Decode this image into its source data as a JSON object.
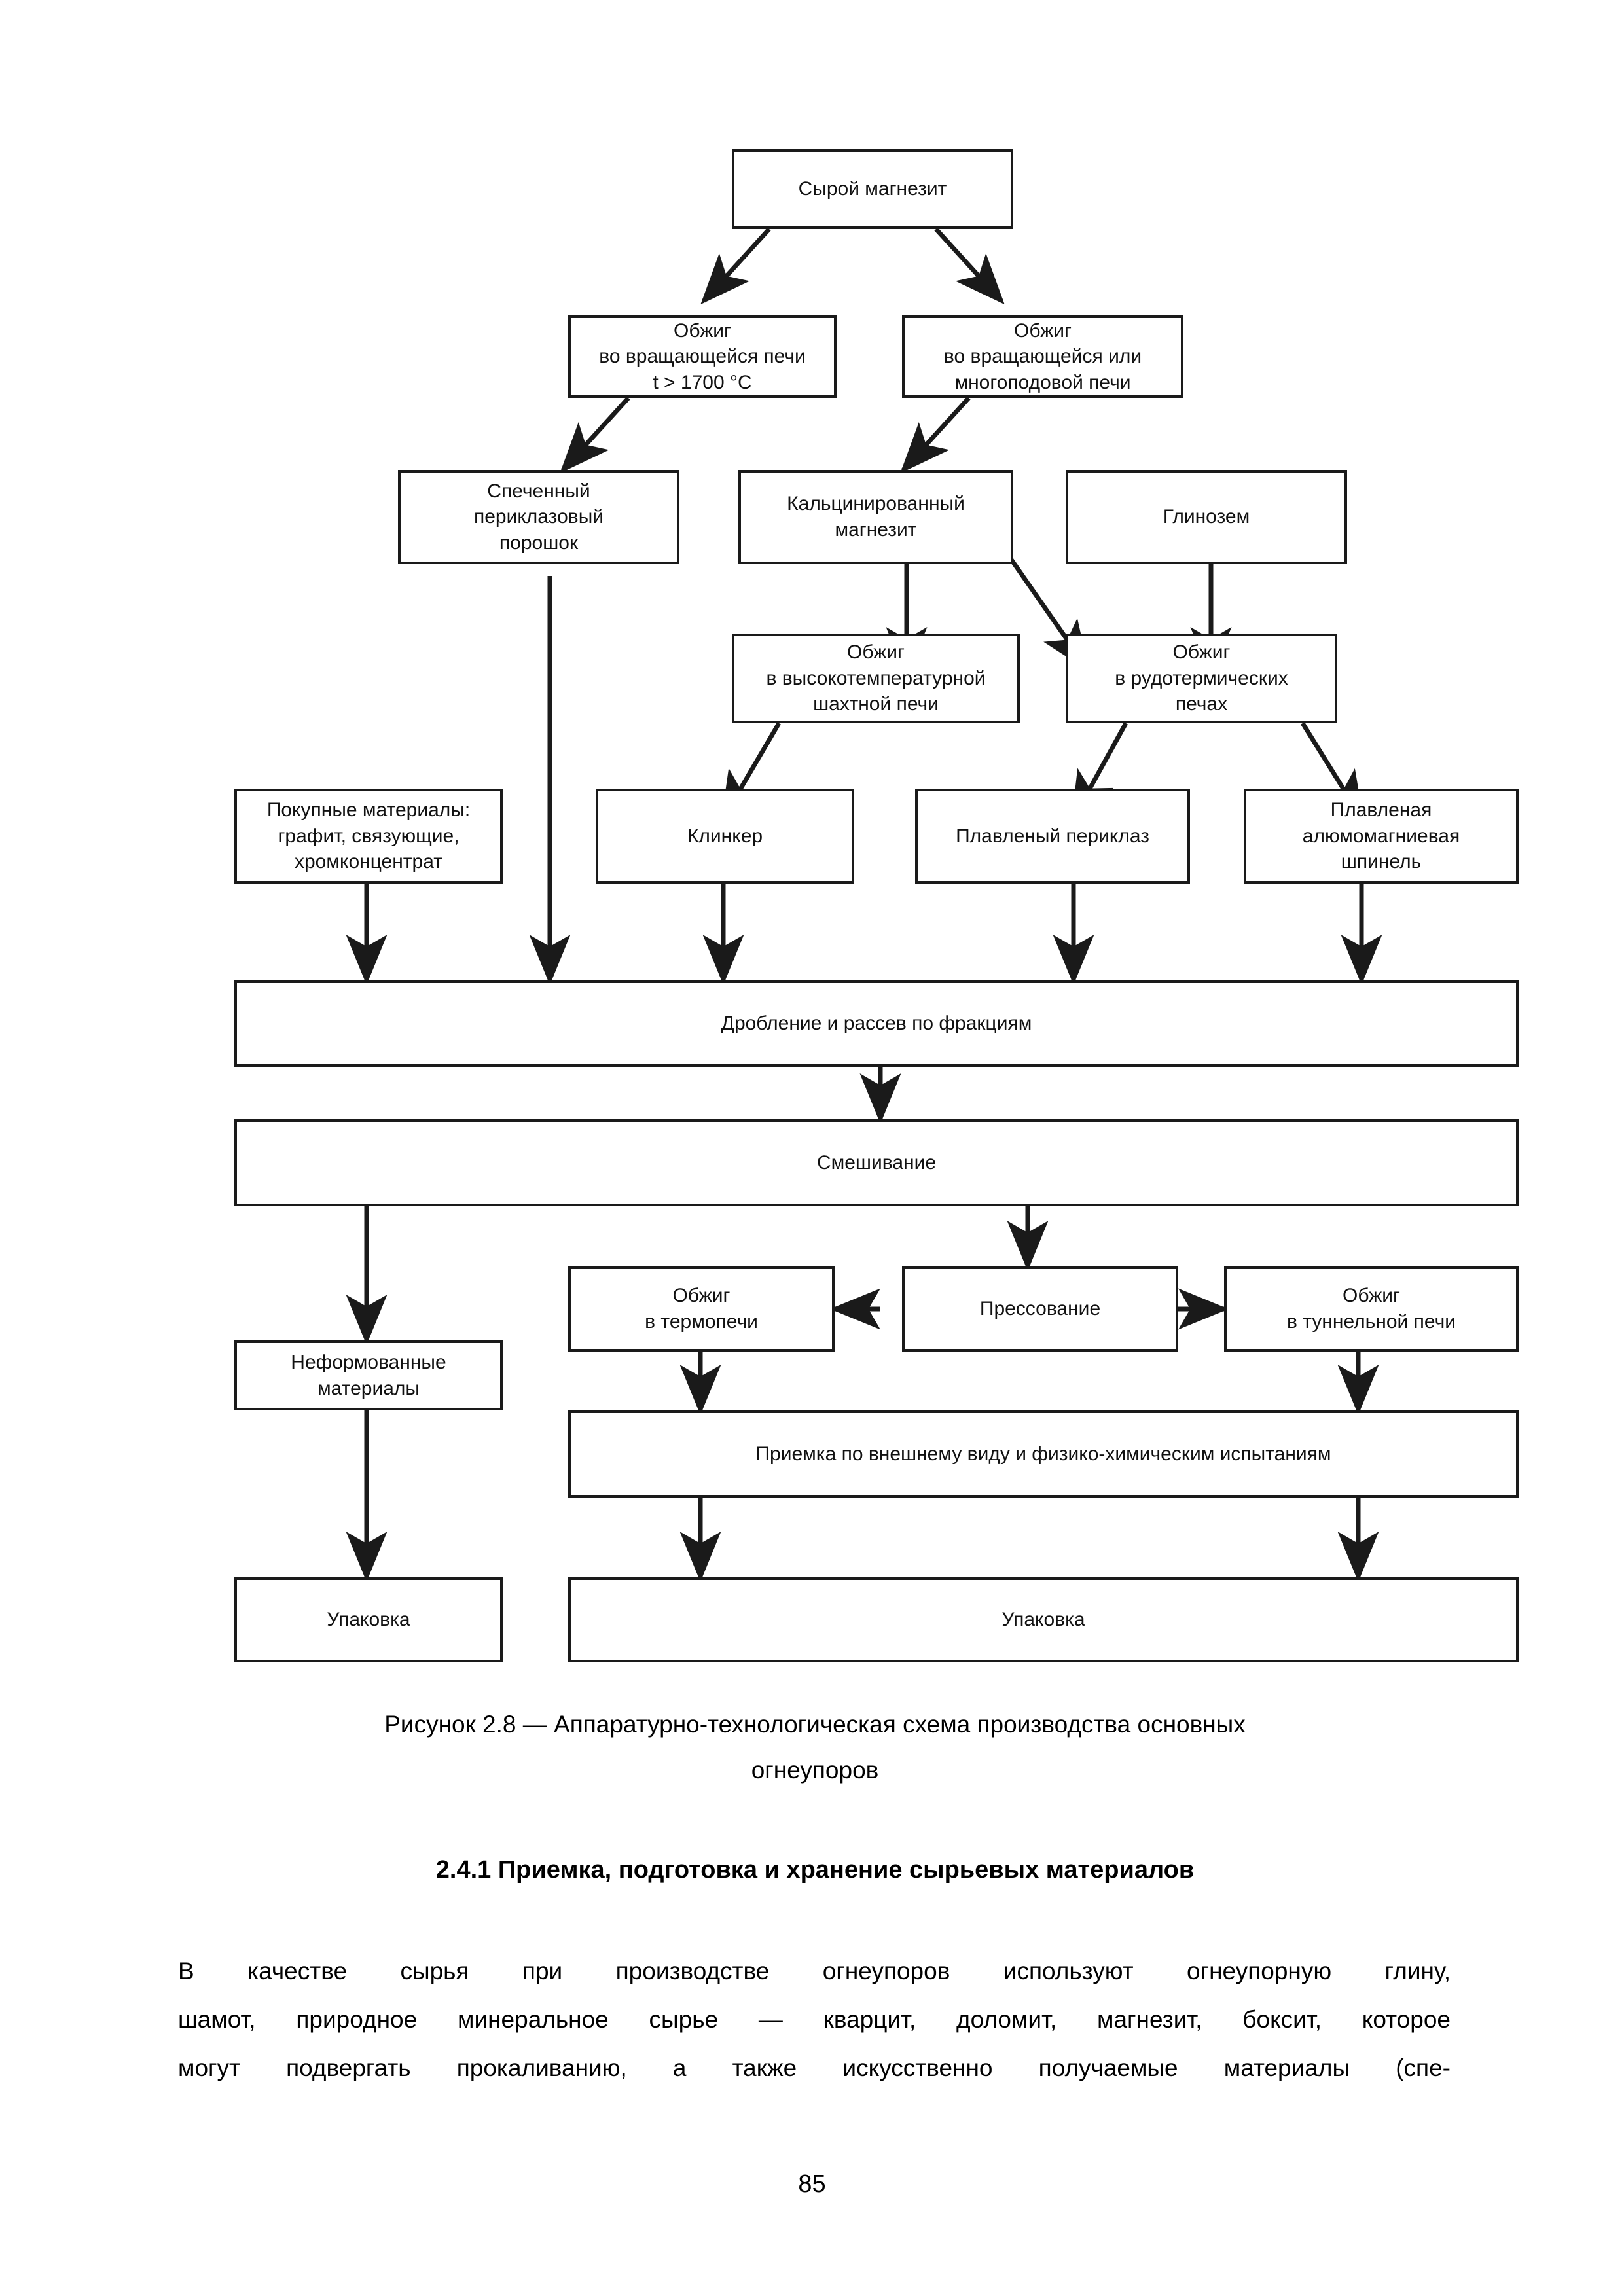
{
  "figure": {
    "id": "figure-2-8",
    "caption": "Рисунок 2.8 — Аппаратурно-технологическая схема производства основных огнеупоров",
    "caption_line1": "Рисунок 2.8 — Аппаратурно-технологическая схема производства основных",
    "caption_line2": "огнеупоров",
    "nodes": [
      {
        "key": "raw_magnesite",
        "label": "Сырой магнезит"
      },
      {
        "key": "rotary_kiln",
        "label": "Обжиг\nво вращающейся печи\nt > 1700 °C"
      },
      {
        "key": "rotary_or_multi",
        "label": "Обжиг\nво вращающейся или\nмногоподовой печи"
      },
      {
        "key": "sintered_powder",
        "label": "Спеченный\nпериклазовый\nпорошок"
      },
      {
        "key": "calcined_magnesite",
        "label": "Кальцинированный\nмагнезит"
      },
      {
        "key": "alumina",
        "label": "Глинозем"
      },
      {
        "key": "shaft_furnace",
        "label": "Обжиг\nв высокотемпературной\nшахтной печи"
      },
      {
        "key": "ore_thermal",
        "label": "Обжиг\nв рудотермических\nпечах"
      },
      {
        "key": "purchased",
        "label": "Покупные материалы:\nграфит, связующие,\nхромконцентрат"
      },
      {
        "key": "clinker",
        "label": "Клинкер"
      },
      {
        "key": "fused_periclase",
        "label": "Плавленый периклаз"
      },
      {
        "key": "fused_spinel",
        "label": "Плавленая\nалюмомагниевая\nшпинель"
      },
      {
        "key": "crushing",
        "label": "Дробление и рассев по фракциям"
      },
      {
        "key": "mixing",
        "label": "Смешивание"
      },
      {
        "key": "thermo_furnace",
        "label": "Обжиг\nв термопечи"
      },
      {
        "key": "pressing",
        "label": "Прессование"
      },
      {
        "key": "tunnel_furnace",
        "label": "Обжиг\nв туннельной печи"
      },
      {
        "key": "unformed",
        "label": "Неформованные\nматериалы"
      },
      {
        "key": "acceptance",
        "label": "Приемка по внешнему виду и физико-химическим испытаниям"
      },
      {
        "key": "packaging_left",
        "label": "Упаковка"
      },
      {
        "key": "packaging_right",
        "label": "Упаковка"
      }
    ]
  },
  "section": {
    "heading": "2.4.1 Приемка, подготовка и хранение сырьевых материалов",
    "paragraph": "В качестве сырья при производстве огнеупоров используют огнеупорную глину, шамот, природное минеральное сырье — кварцит, доломит, магнезит, боксит, которое могут подвергать прокаливанию, а также искусственно получаемые материалы (спе-",
    "paragraph_lines": [
      "В качестве сырья при производстве огнеупоров используют огнеупорную глину,",
      "шамот, природное минеральное сырье — кварцит, доломит, магнезит, боксит, которое",
      "могут подвергать прокаливанию, а также искусственно получаемые материалы (спе-"
    ]
  },
  "footer": {
    "page_number": "85"
  },
  "colors": {
    "ink": "#111111",
    "stroke": "#1a1a1a",
    "paper": "#ffffff"
  }
}
